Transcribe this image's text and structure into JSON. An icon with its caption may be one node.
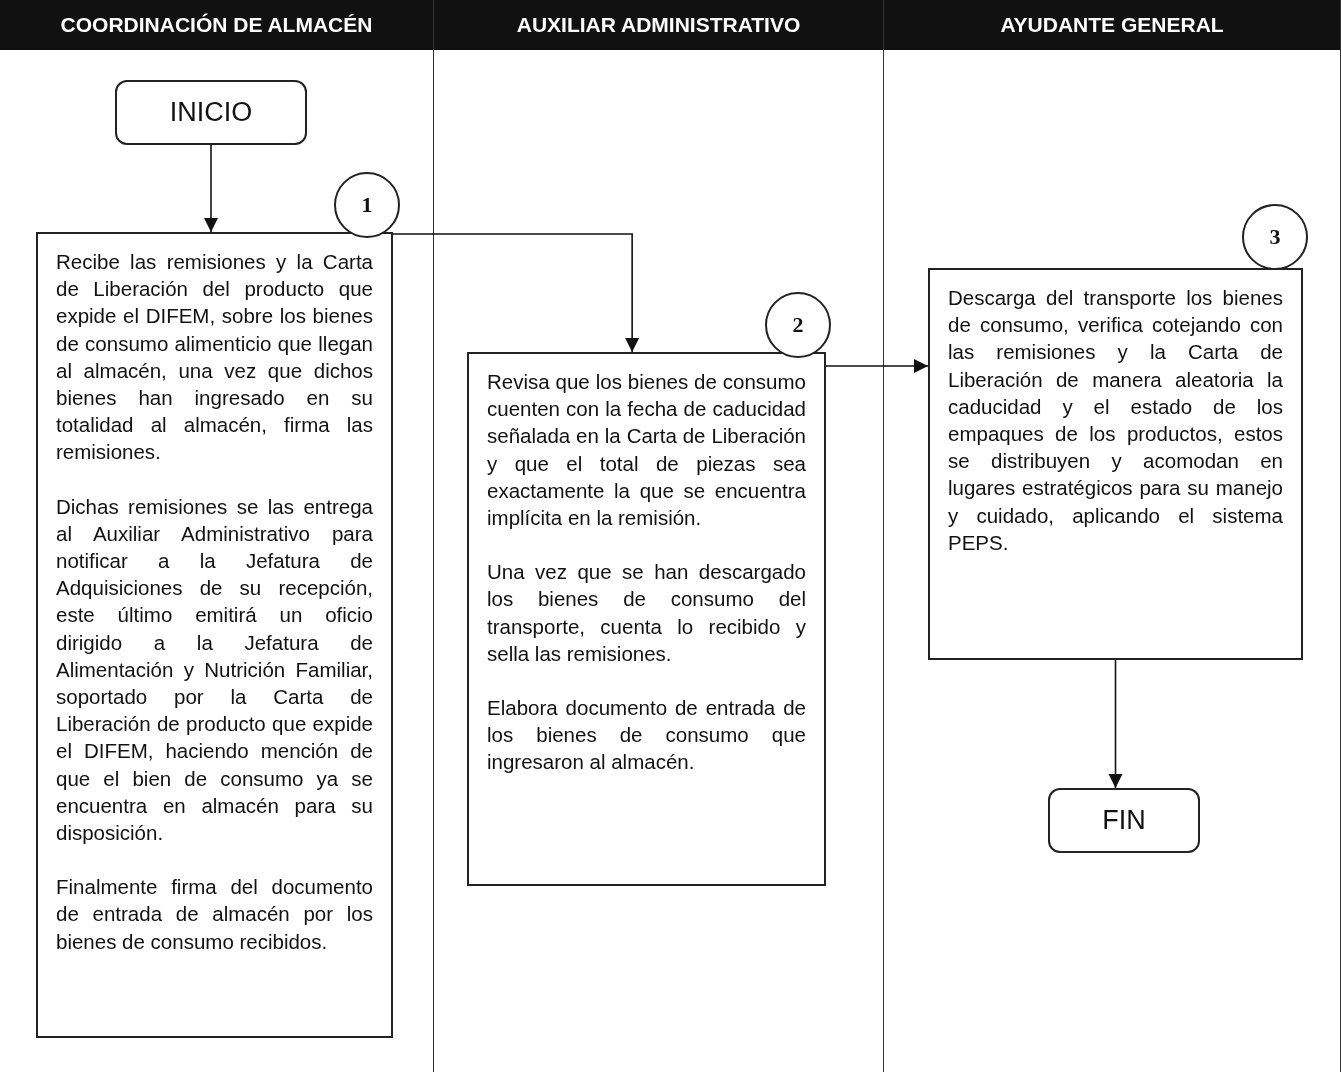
{
  "diagram": {
    "nodes": [
      {
        "text": [
          "COORDINACIÓN DE ALMACÉN"
        ]
      },
      {
        "text": [
          "INICIO"
        ],
        "in": 0
      },
      {
        "text": [
          "1"
        ],
        "in": 0
      },
      {
        "text": [
          "Recibe las remisiones y la Carta de Liberación del producto que expide el DIFEM, sobre los bienes de consumo alimenticio que llegan al almacén, una vez que dichos bienes han ingresado en su totalidad al almacén, firma las remisiones.",
          "Dichas remisiones se las entrega al Auxiliar Administrativo para notificar a la Jefatura de Adquisiciones de su recepción, este último emitirá un oficio dirigido a la Jefatura de Alimentación y Nutrición Familiar, soportado por la Carta de Liberación de producto que expide el DIFEM, haciendo mención de que el bien de consumo ya se encuentra en almacén para su disposición.",
          "Finalmente firma del documento de entrada de almacén por los bienes de consumo recibidos."
        ],
        "in": 0
      },
      {
        "text": [
          "AUXILIAR ADMINISTRATIVO"
        ]
      },
      {
        "text": [
          "2"
        ],
        "in": 4
      },
      {
        "text": [
          "Revisa que los bienes de consumo cuenten con la fecha de caducidad señalada en la Carta de Liberación y que el total de piezas sea exactamente la que se encuentra implícita en la remisión.",
          "Una vez que se han descargado los bienes de consumo del transporte, cuenta lo recibido y sella las remisiones.",
          "Elabora documento de entrada de los bienes de consumo que ingresaron al almacén."
        ],
        "in": 4
      },
      {
        "text": [
          "AYUDANTE GENERAL"
        ]
      },
      {
        "text": [
          "3"
        ],
        "in": 7
      },
      {
        "text": [
          "Descarga del transporte los bienes de consumo, verifica cotejando con las remisiones y la Carta de Liberación de manera aleatoria la caducidad y el estado de los empaques de los productos, estos se distribuyen y acomodan en lugares estratégicos para su manejo y cuidado, aplicando el sistema PEPS."
        ],
        "in": 7
      },
      {
        "text": [
          "FIN"
        ],
        "in": 7
      }
    ],
    "edges": [
      {
        "from": 1,
        "to": 3,
        "arrow": "to"
      },
      {
        "from": 3,
        "to": 6,
        "arrow": "to"
      },
      {
        "from": 6,
        "to": 9,
        "arrow": "to"
      },
      {
        "from": 9,
        "to": 10,
        "arrow": "to"
      }
    ]
  }
}
